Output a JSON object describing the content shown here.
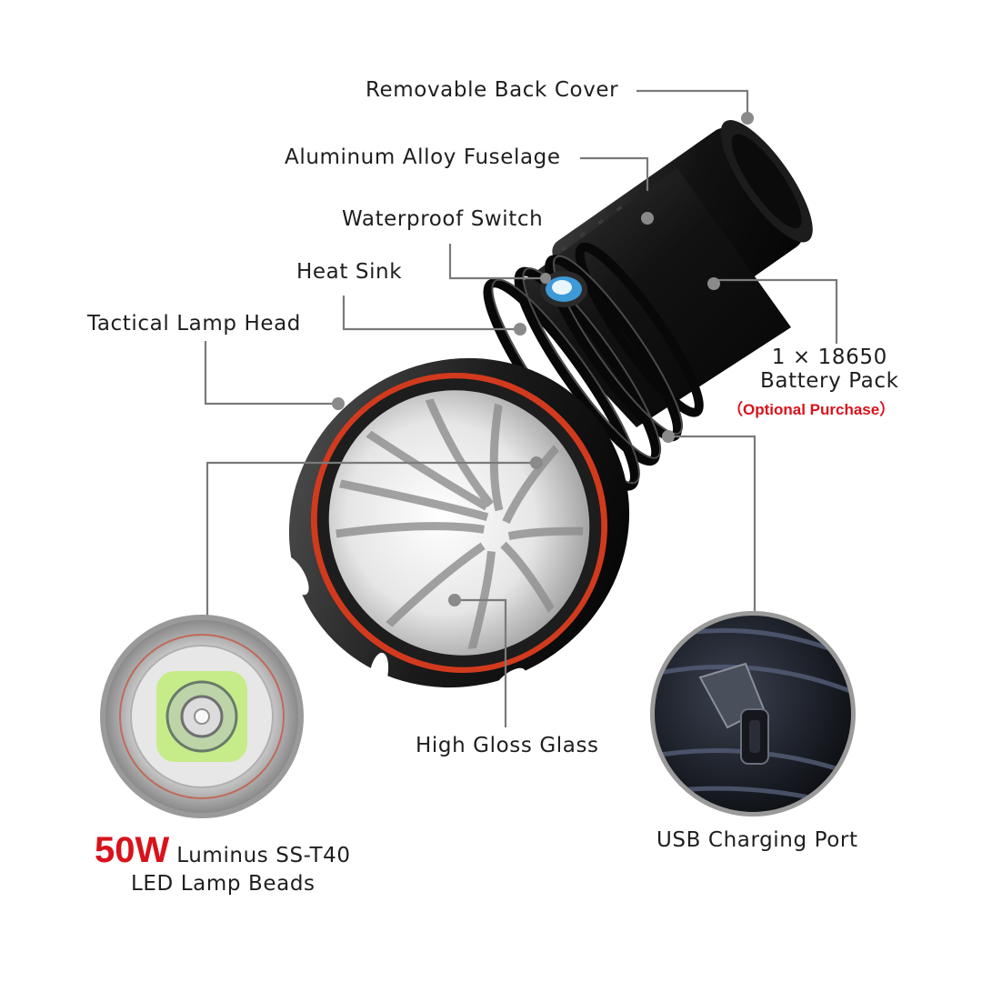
{
  "labels": {
    "back_cover": "Removable Back Cover",
    "fuselage": "Aluminum Alloy Fuselage",
    "switch": "Waterproof Switch",
    "heat_sink": "Heat Sink",
    "lamp_head": "Tactical Lamp Head",
    "battery_line1": "1 × 18650",
    "battery_line2": "Battery Pack",
    "optional_purchase": "（Optional Purchase）",
    "glass": "High Gloss Glass",
    "usb_port": "USB Charging Port",
    "led_wattage": "50W",
    "led_line1_rest": "Luminus SS-T40",
    "led_line2": "LED Lamp Beads"
  },
  "colors": {
    "accent_red": "#d8121b",
    "leader_line": "#7a7a7a",
    "body_black": "#141414",
    "led_green": "#c6ec8a",
    "switch_blue": "#3d9ad6"
  }
}
